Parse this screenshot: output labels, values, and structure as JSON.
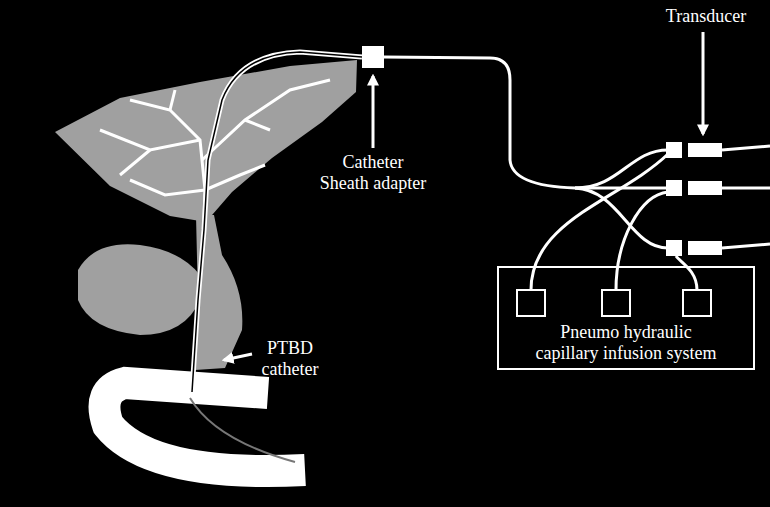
{
  "diagram": {
    "nodes": [
      {
        "text": [
          "Pneumo hydraulic capillary infusion system"
        ]
      }
    ],
    "labels": [
      "Transducer",
      "Catheter Sheath adapter",
      "PTBD catheter"
    ]
  }
}
